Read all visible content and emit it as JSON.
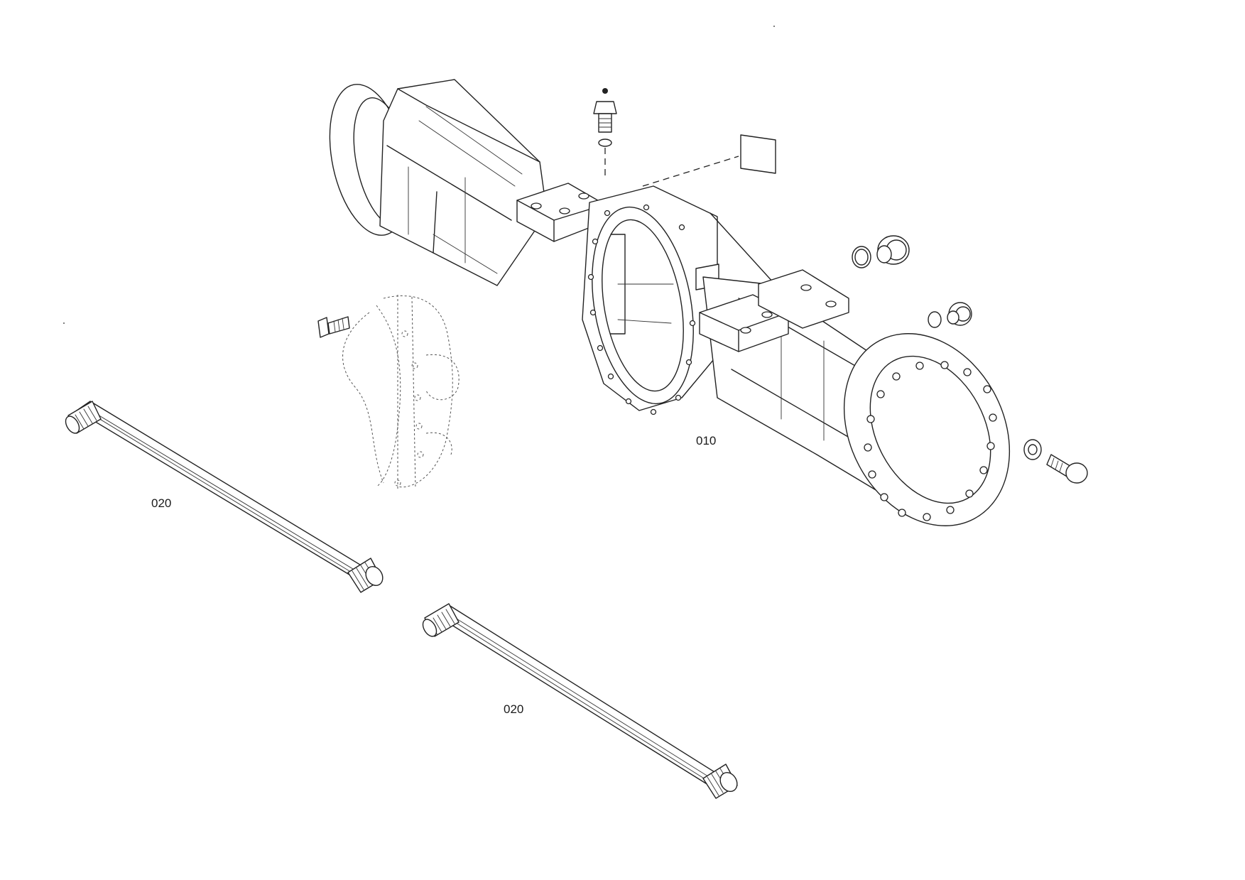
{
  "diagram": {
    "type": "exploded parts drawing",
    "callouts": {
      "housing": "010",
      "shaft_upper": "020",
      "shaft_lower": "020"
    },
    "icons": [
      "axle-housing-icon",
      "axle-shaft-icon",
      "breather-valve-icon",
      "plug-screw-icon",
      "hex-screw-icon",
      "o-ring-icon",
      "washer-icon",
      "type-plate-icon",
      "planetary-carrier-icon"
    ]
  }
}
